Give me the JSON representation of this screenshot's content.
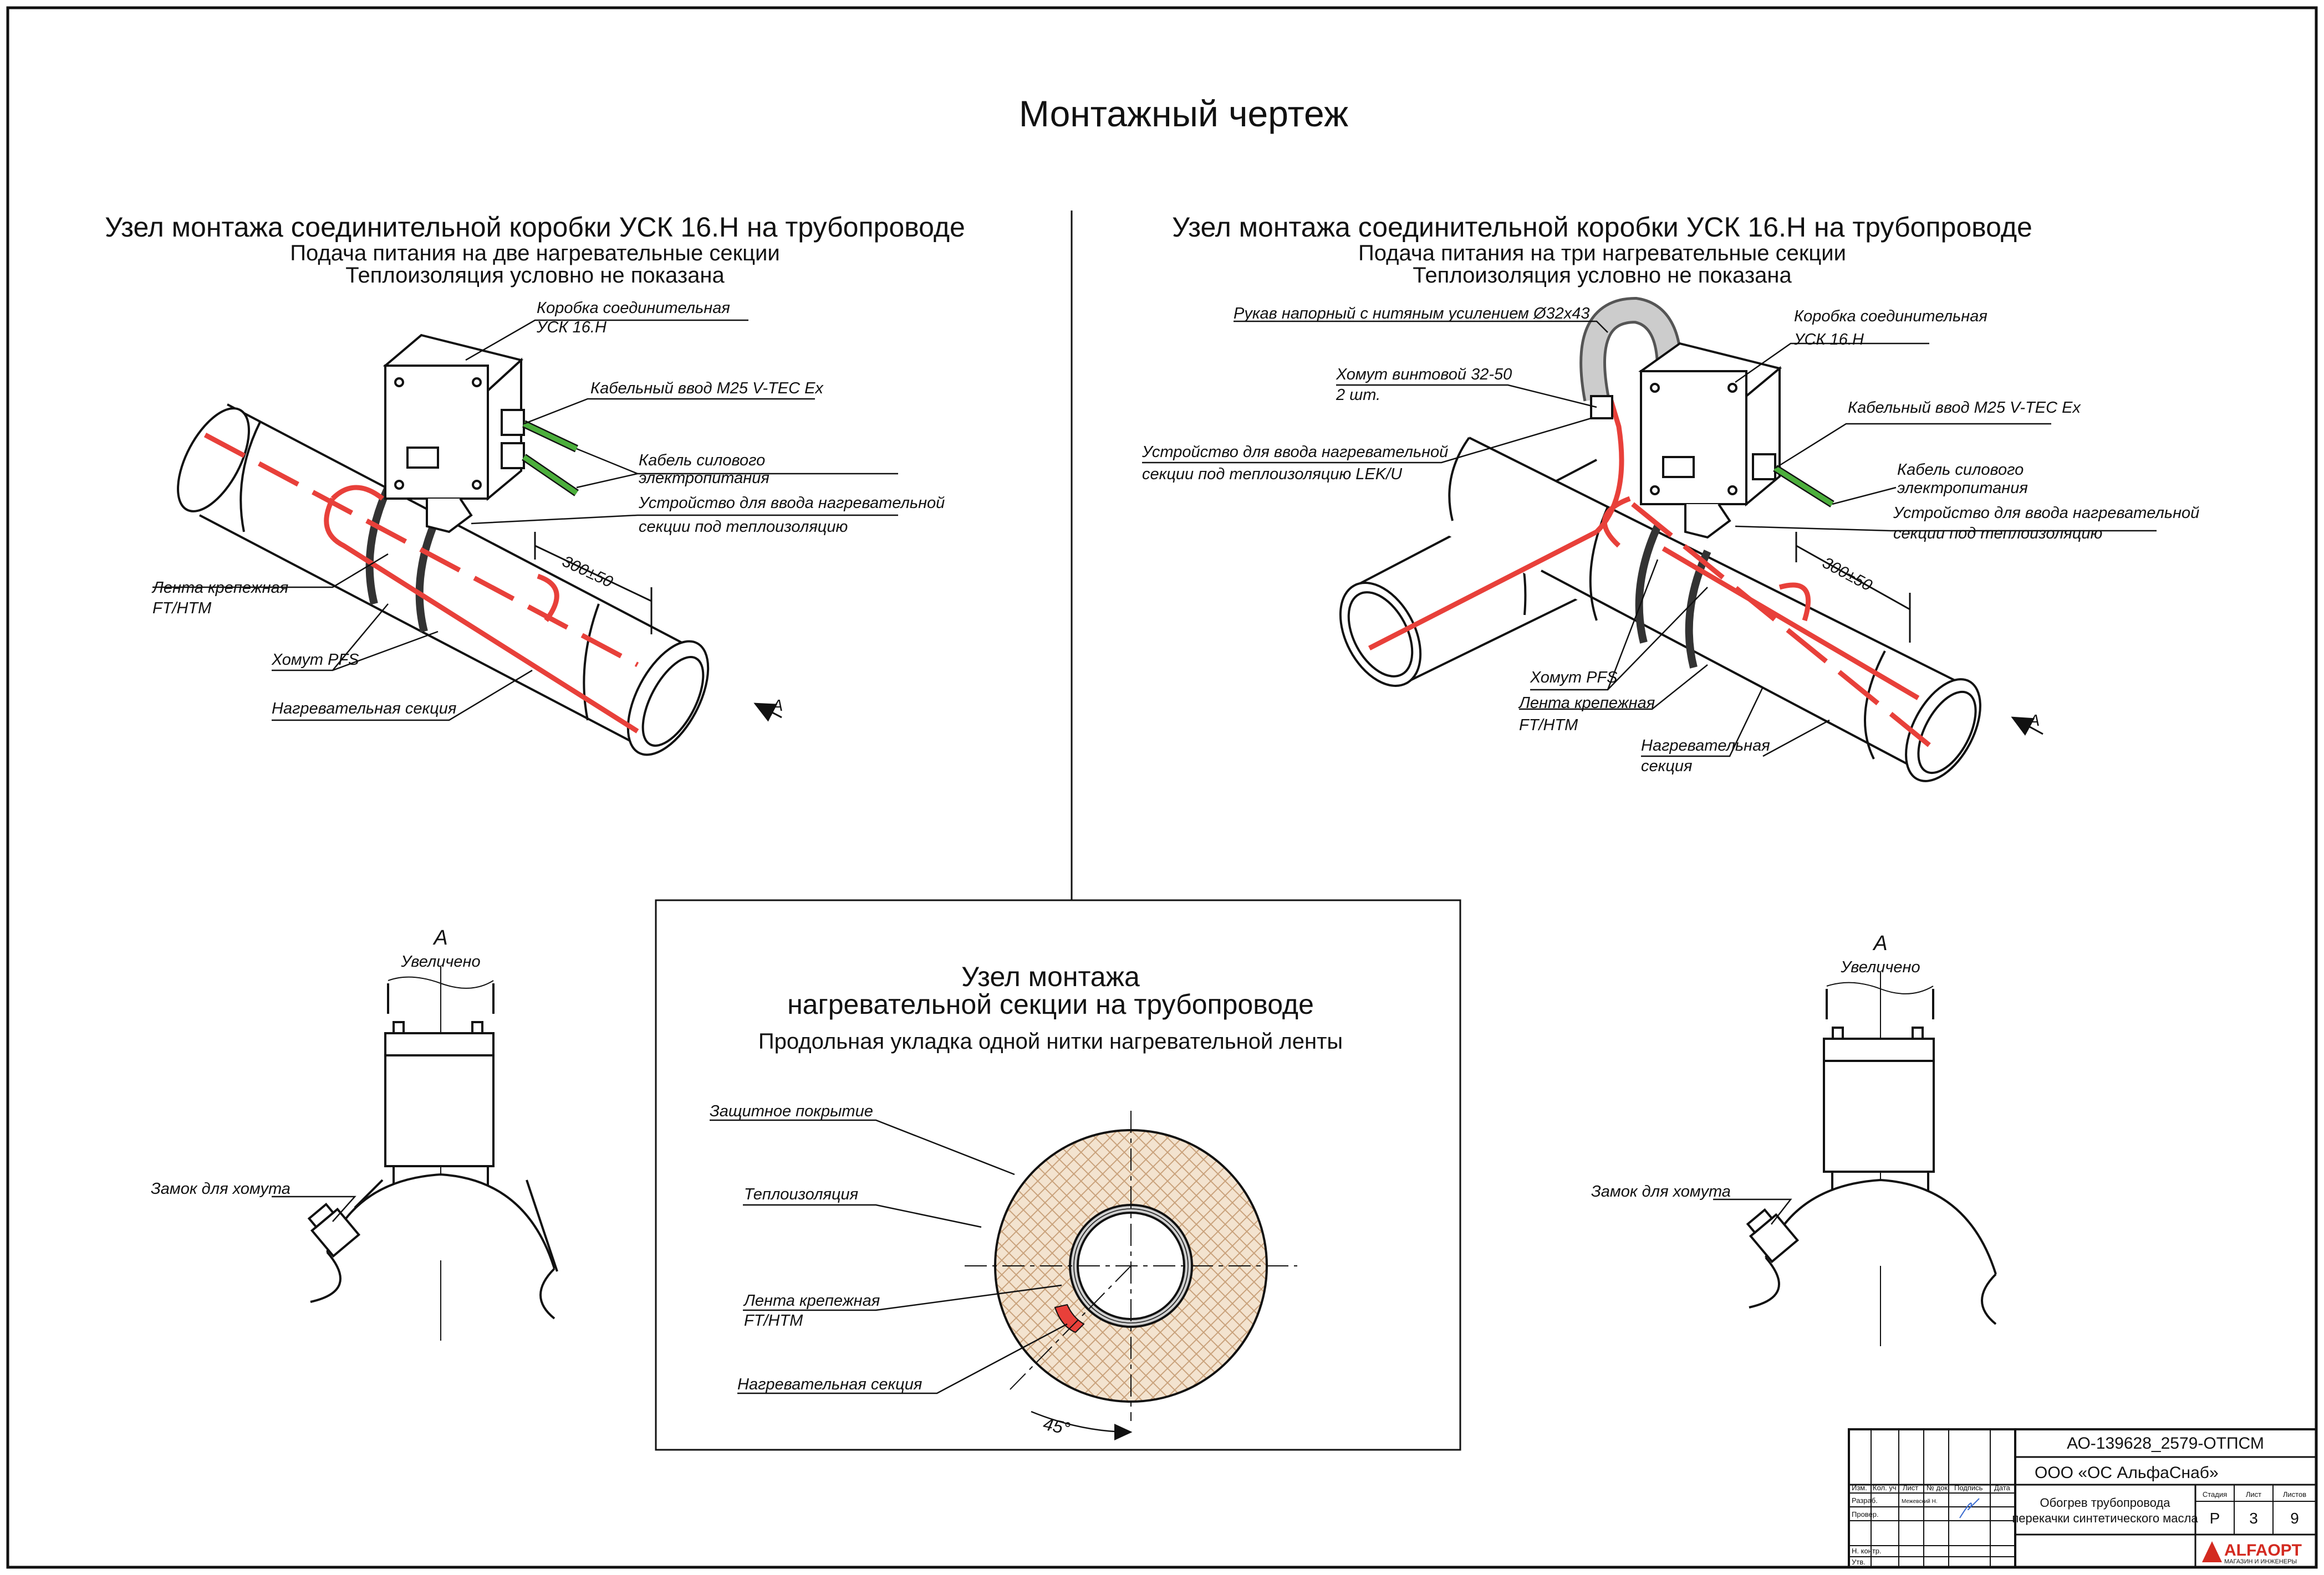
{
  "title": "Монтажный чертеж",
  "left_view": {
    "title": "Узел монтажа соединительной коробки УСК 16.Н на трубопроводе",
    "subtitle_1": "Подача питания на две нагревательные секции",
    "subtitle_2": "Теплоизоляция условно не показана",
    "labels": {
      "box_1": "Коробка соединительная",
      "box_2": "УСК 16.Н",
      "entry": "Кабельный ввод М25 V-TEC Ex",
      "cable_1": "Кабель силового",
      "cable_2": "электропитания",
      "device_1": "Устройство для ввода нагревательной",
      "device_2": "секции под теплоизоляцию",
      "tape_1": "Лента крепежная",
      "tape_2": "FT/HTM",
      "clamp": "Хомут PFS",
      "section": "Нагревательная секция",
      "dim": "300±50",
      "arrow": "А"
    }
  },
  "right_view": {
    "title": "Узел монтажа соединительной коробки УСК 16.Н на трубопроводе",
    "subtitle_1": "Подача питания на три нагревательные секции",
    "subtitle_2": "Теплоизоляция условно не показана",
    "labels": {
      "hose": "Рукав напорный с нитяным усилением Ø32x43",
      "clamp_screw_1": "Хомут винтовой 32-50",
      "clamp_screw_2": "2 шт.",
      "lek_1": "Устройство для ввода нагревательной",
      "lek_2": "секции под теплоизоляцию LEK/U",
      "box_1": "Коробка соединительная",
      "box_2": "УСК 16.Н",
      "entry": "Кабельный ввод М25 V-TEC Ex",
      "cable_1": "Кабель силового",
      "cable_2": "электропитания",
      "device_1": "Устройство для ввода нагревательной",
      "device_2": "секции под теплоизоляцию",
      "clamp": "Хомут PFS",
      "tape_1": "Лента крепежная",
      "tape_2": "FT/HTM",
      "section_1": "Нагревательная",
      "section_2": "секция",
      "dim": "300±50",
      "arrow": "А"
    }
  },
  "detail_left": {
    "letter": "А",
    "caption": "Увеличено",
    "lock": "Замок для хомута"
  },
  "detail_right": {
    "letter": "А",
    "caption": "Увеличено",
    "lock": "Замок для хомута"
  },
  "section_view": {
    "title_1": "Узел монтажа",
    "title_2": "нагревательной секции на трубопроводе",
    "subtitle": "Продольная укладка одной нитки нагревательной ленты",
    "labels": {
      "cover": "Защитное покрытие",
      "insulation": "Теплоизоляция",
      "tape_1": "Лента крепежная",
      "tape_2": "FT/HTM",
      "section": "Нагревательная секция",
      "angle": "45°"
    }
  },
  "title_block": {
    "doc_code": "АО-139628_2579-ОТПСМ",
    "company": "ООО «ОС АльфаСнаб»",
    "name_1": "Обогрев трубопровода",
    "name_2": "перекачки синтетического масла",
    "stage_h": "Стадия",
    "sheet_h": "Лист",
    "sheets_h": "Листов",
    "stage": "Р",
    "sheet": "3",
    "sheets": "9",
    "col_izm": "Изм.",
    "col_kol": "Кол. уч",
    "col_list": "Лист",
    "col_ndok": "№ док",
    "col_podp": "Подпись",
    "col_data": "Дата",
    "razrab": "Разраб.",
    "razrab_name": "Межевский Н.",
    "prover": "Провер.",
    "nkontr": "Н. контр.",
    "utv": "Утв.",
    "logo": "ALFAOPT",
    "logo_sub": "МАГАЗИН И ИНЖЕНЕРЫ"
  },
  "colors": {
    "line": "#1a1a1a",
    "heating": "#e8403a",
    "cable": "#4caf3c",
    "insulation": "#f3e3cf",
    "hatch": "#c9a27c",
    "logo": "#d32a20"
  }
}
